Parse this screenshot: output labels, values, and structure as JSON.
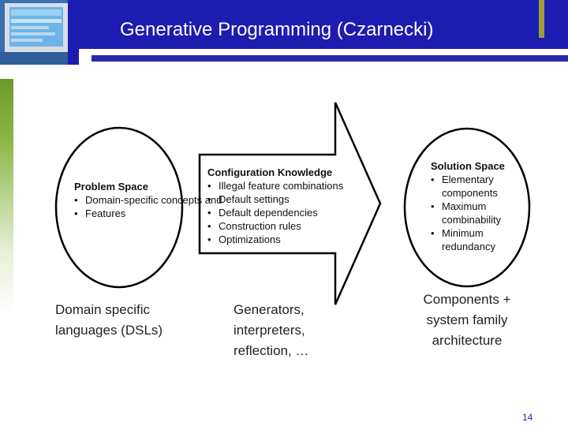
{
  "slide": {
    "title": "Generative Programming (Czarnecki)",
    "page_number": "14"
  },
  "diagram": {
    "problem_space": {
      "title": "Problem Space",
      "items": [
        "Domain-specific concepts and",
        "Features"
      ]
    },
    "configuration_knowledge": {
      "title": "Configuration Knowledge",
      "items": [
        "Illegal feature combinations",
        "Default settings",
        "Default dependencies",
        "Construction rules",
        "Optimizations"
      ]
    },
    "solution_space": {
      "title": "Solution Space",
      "items": [
        "Elementary components",
        "Maximum combinability",
        "Minimum redundancy"
      ]
    },
    "captions": {
      "left": [
        "Domain specific",
        "languages (DSLs)"
      ],
      "middle": [
        "Generators,",
        "interpreters,",
        "reflection, …"
      ],
      "right": [
        "Components +",
        "system family",
        "architecture"
      ]
    }
  }
}
